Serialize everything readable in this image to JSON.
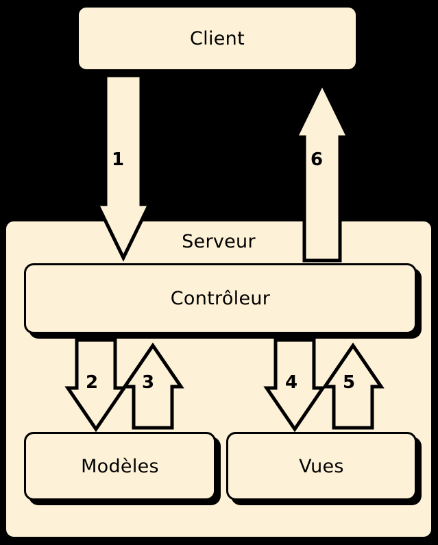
{
  "diagram": {
    "title": "MVC client-server flow",
    "background_color": "#000000",
    "box_fill_color": "#fdf1d7",
    "stroke_color": "#000000",
    "nodes": [
      {
        "id": "client",
        "label": "Client"
      },
      {
        "id": "serveur",
        "label": "Serveur"
      },
      {
        "id": "controleur",
        "label": "Contrôleur"
      },
      {
        "id": "modeles",
        "label": "Modèles"
      },
      {
        "id": "vues",
        "label": "Vues"
      }
    ],
    "arrows": [
      {
        "id": "a1",
        "number": "1",
        "direction": "down",
        "from": "client",
        "to": "controleur"
      },
      {
        "id": "a6",
        "number": "6",
        "direction": "up",
        "from": "controleur",
        "to": "client"
      },
      {
        "id": "a2",
        "number": "2",
        "direction": "down",
        "from": "controleur",
        "to": "modeles"
      },
      {
        "id": "a3",
        "number": "3",
        "direction": "up",
        "from": "modeles",
        "to": "controleur"
      },
      {
        "id": "a4",
        "number": "4",
        "direction": "down",
        "from": "controleur",
        "to": "vues"
      },
      {
        "id": "a5",
        "number": "5",
        "direction": "up",
        "from": "vues",
        "to": "controleur"
      }
    ]
  }
}
